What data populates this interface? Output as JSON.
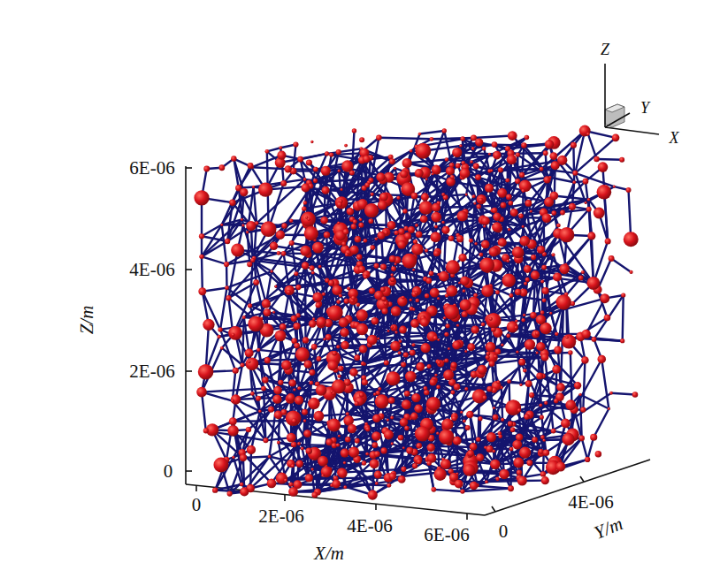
{
  "diagram": {
    "labels": [
      "Z",
      "Y",
      "X",
      "6E-06",
      "4E-06",
      "2E-06",
      "0",
      "Z/m",
      "0",
      "2E-06",
      "4E-06",
      "6E-06",
      "X/m",
      "0",
      "4E-06",
      "Y/m"
    ]
  }
}
